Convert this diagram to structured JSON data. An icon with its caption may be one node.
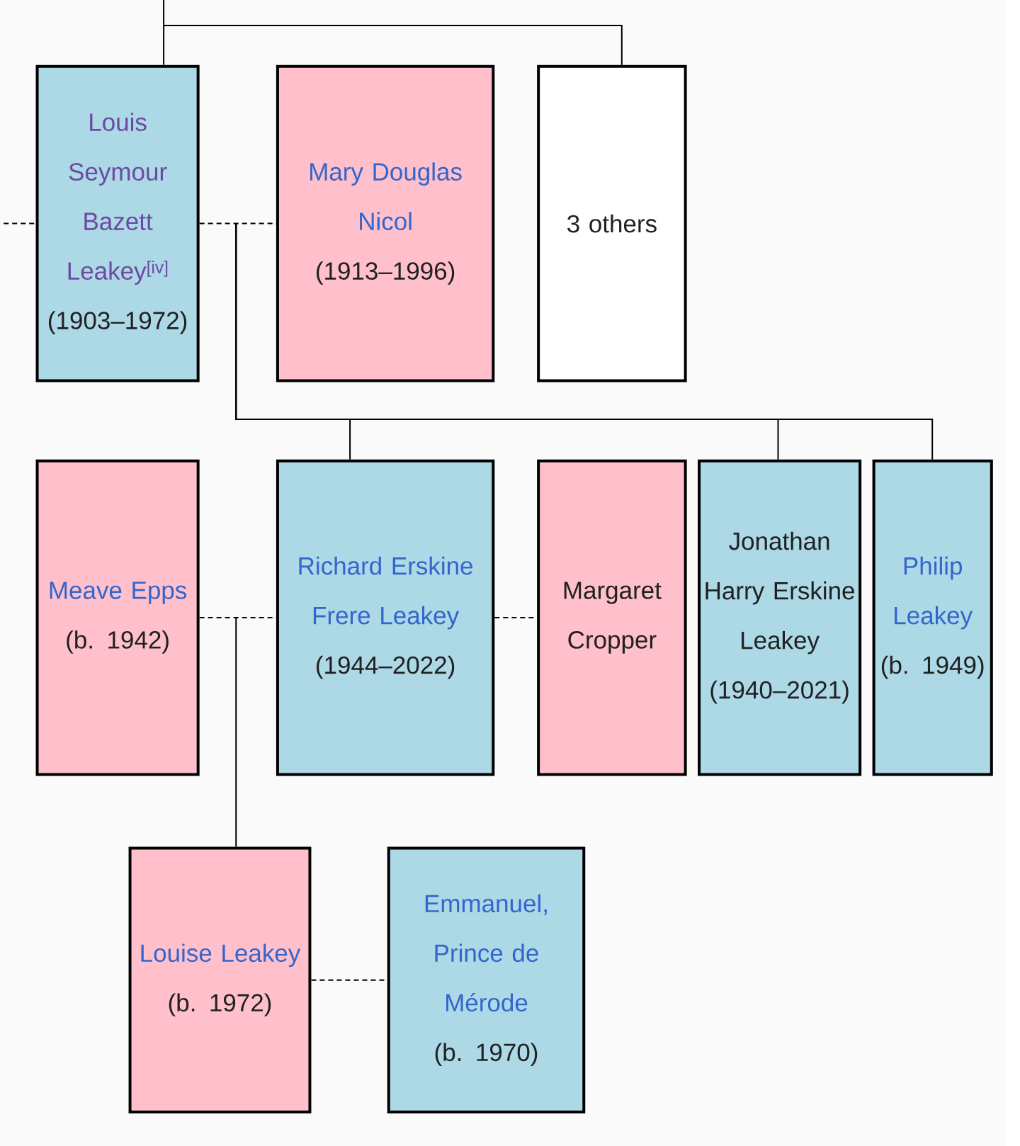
{
  "diagram": {
    "nodes": [
      {
        "text": [
          "Louis Seymour Bazett Leakey$^{[iv]}$",
          "(1903–1972)"
        ]
      },
      {
        "text": [
          "Mary Douglas Nicol",
          "(1913–1996)"
        ]
      },
      {
        "text": [
          "3 others"
        ]
      },
      {
        "text": [
          "Meave Epps",
          "(b. 1942)"
        ]
      },
      {
        "text": [
          "Richard Erskine Frere Leakey",
          "(1944–2022)"
        ]
      },
      {
        "text": [
          "Margaret Cropper"
        ]
      },
      {
        "text": [
          "Jonathan Harry Erskine Leakey",
          "(1940–2021)"
        ]
      },
      {
        "text": [
          "Philip Leakey",
          "(b. 1949)"
        ]
      },
      {
        "text": [
          "Louise Leakey",
          "(b. 1972)"
        ]
      },
      {
        "text": [
          "Emmanuel, Prince de Mérode",
          "(b. 1970)"
        ]
      }
    ],
    "edges": [
      {
        "from": null,
        "to": 0,
        "arrow": "none"
      },
      {
        "from": null,
        "to": 2,
        "arrow": "none"
      },
      {
        "from": null,
        "to": 0,
        "arrow": "none",
        "style": "dashed"
      },
      {
        "from": 0,
        "to": 1,
        "arrow": "none",
        "style": "dashed"
      },
      {
        "from": 0,
        "to": 4,
        "arrow": "none"
      },
      {
        "from": 0,
        "to": 6,
        "arrow": "none"
      },
      {
        "from": 0,
        "to": 7,
        "arrow": "none"
      },
      {
        "from": 3,
        "to": 4,
        "arrow": "none",
        "style": "dashed"
      },
      {
        "from": 4,
        "to": 5,
        "arrow": "none",
        "style": "dashed"
      },
      {
        "from": 3,
        "to": 8,
        "arrow": "none"
      },
      {
        "from": 8,
        "to": 9,
        "arrow": "none",
        "style": "dashed"
      }
    ]
  }
}
